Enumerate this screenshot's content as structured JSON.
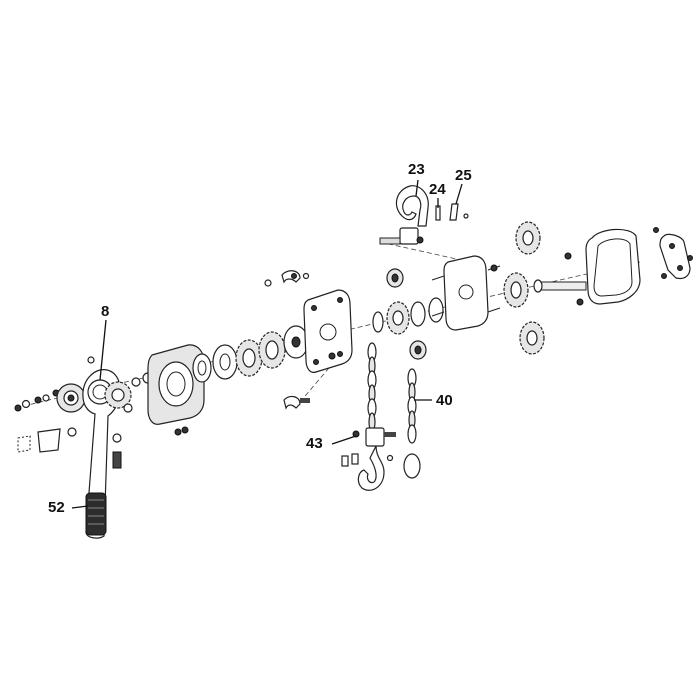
{
  "diagram": {
    "callouts": [
      {
        "id": "23",
        "label": "23"
      },
      {
        "id": "24",
        "label": "24"
      },
      {
        "id": "25",
        "label": "25"
      },
      {
        "id": "8",
        "label": "8"
      },
      {
        "id": "40",
        "label": "40"
      },
      {
        "id": "43",
        "label": "43"
      },
      {
        "id": "52",
        "label": "52"
      }
    ]
  }
}
